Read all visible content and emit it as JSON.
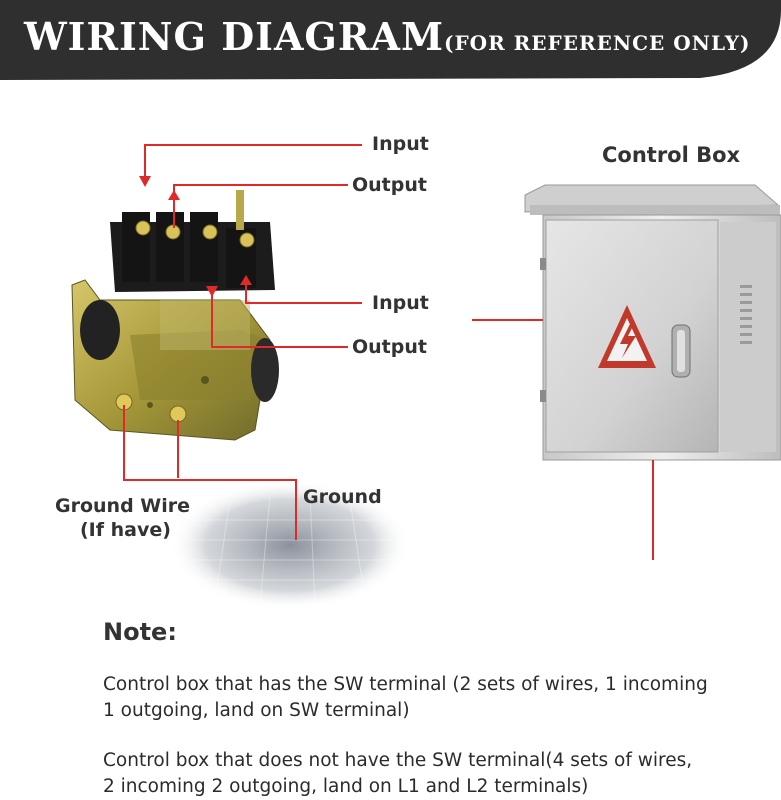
{
  "header": {
    "title": "WIRING DIAGRAM",
    "subtitle": "(FOR REFERENCE ONLY)"
  },
  "diagram": {
    "labels": {
      "input_top": "Input",
      "output_top": "Output",
      "input_bottom": "Input",
      "output_bottom": "Output",
      "ground": "Ground",
      "ground_wire_line1": "Ground Wire",
      "ground_wire_line2": "(If have)",
      "control_box": "Control Box"
    },
    "colors": {
      "wire": "#e02a2a",
      "banner": "#2f2f2f"
    }
  },
  "note": {
    "title": "Note:",
    "lines": [
      "Control box that has the SW terminal (2 sets of wires, 1 incoming",
      "1 outgoing, land on SW terminal)",
      "Control box that does not have the SW terminal(4 sets of wires,",
      "2 incoming 2 outgoing, land on L1 and L2 terminals)"
    ]
  }
}
